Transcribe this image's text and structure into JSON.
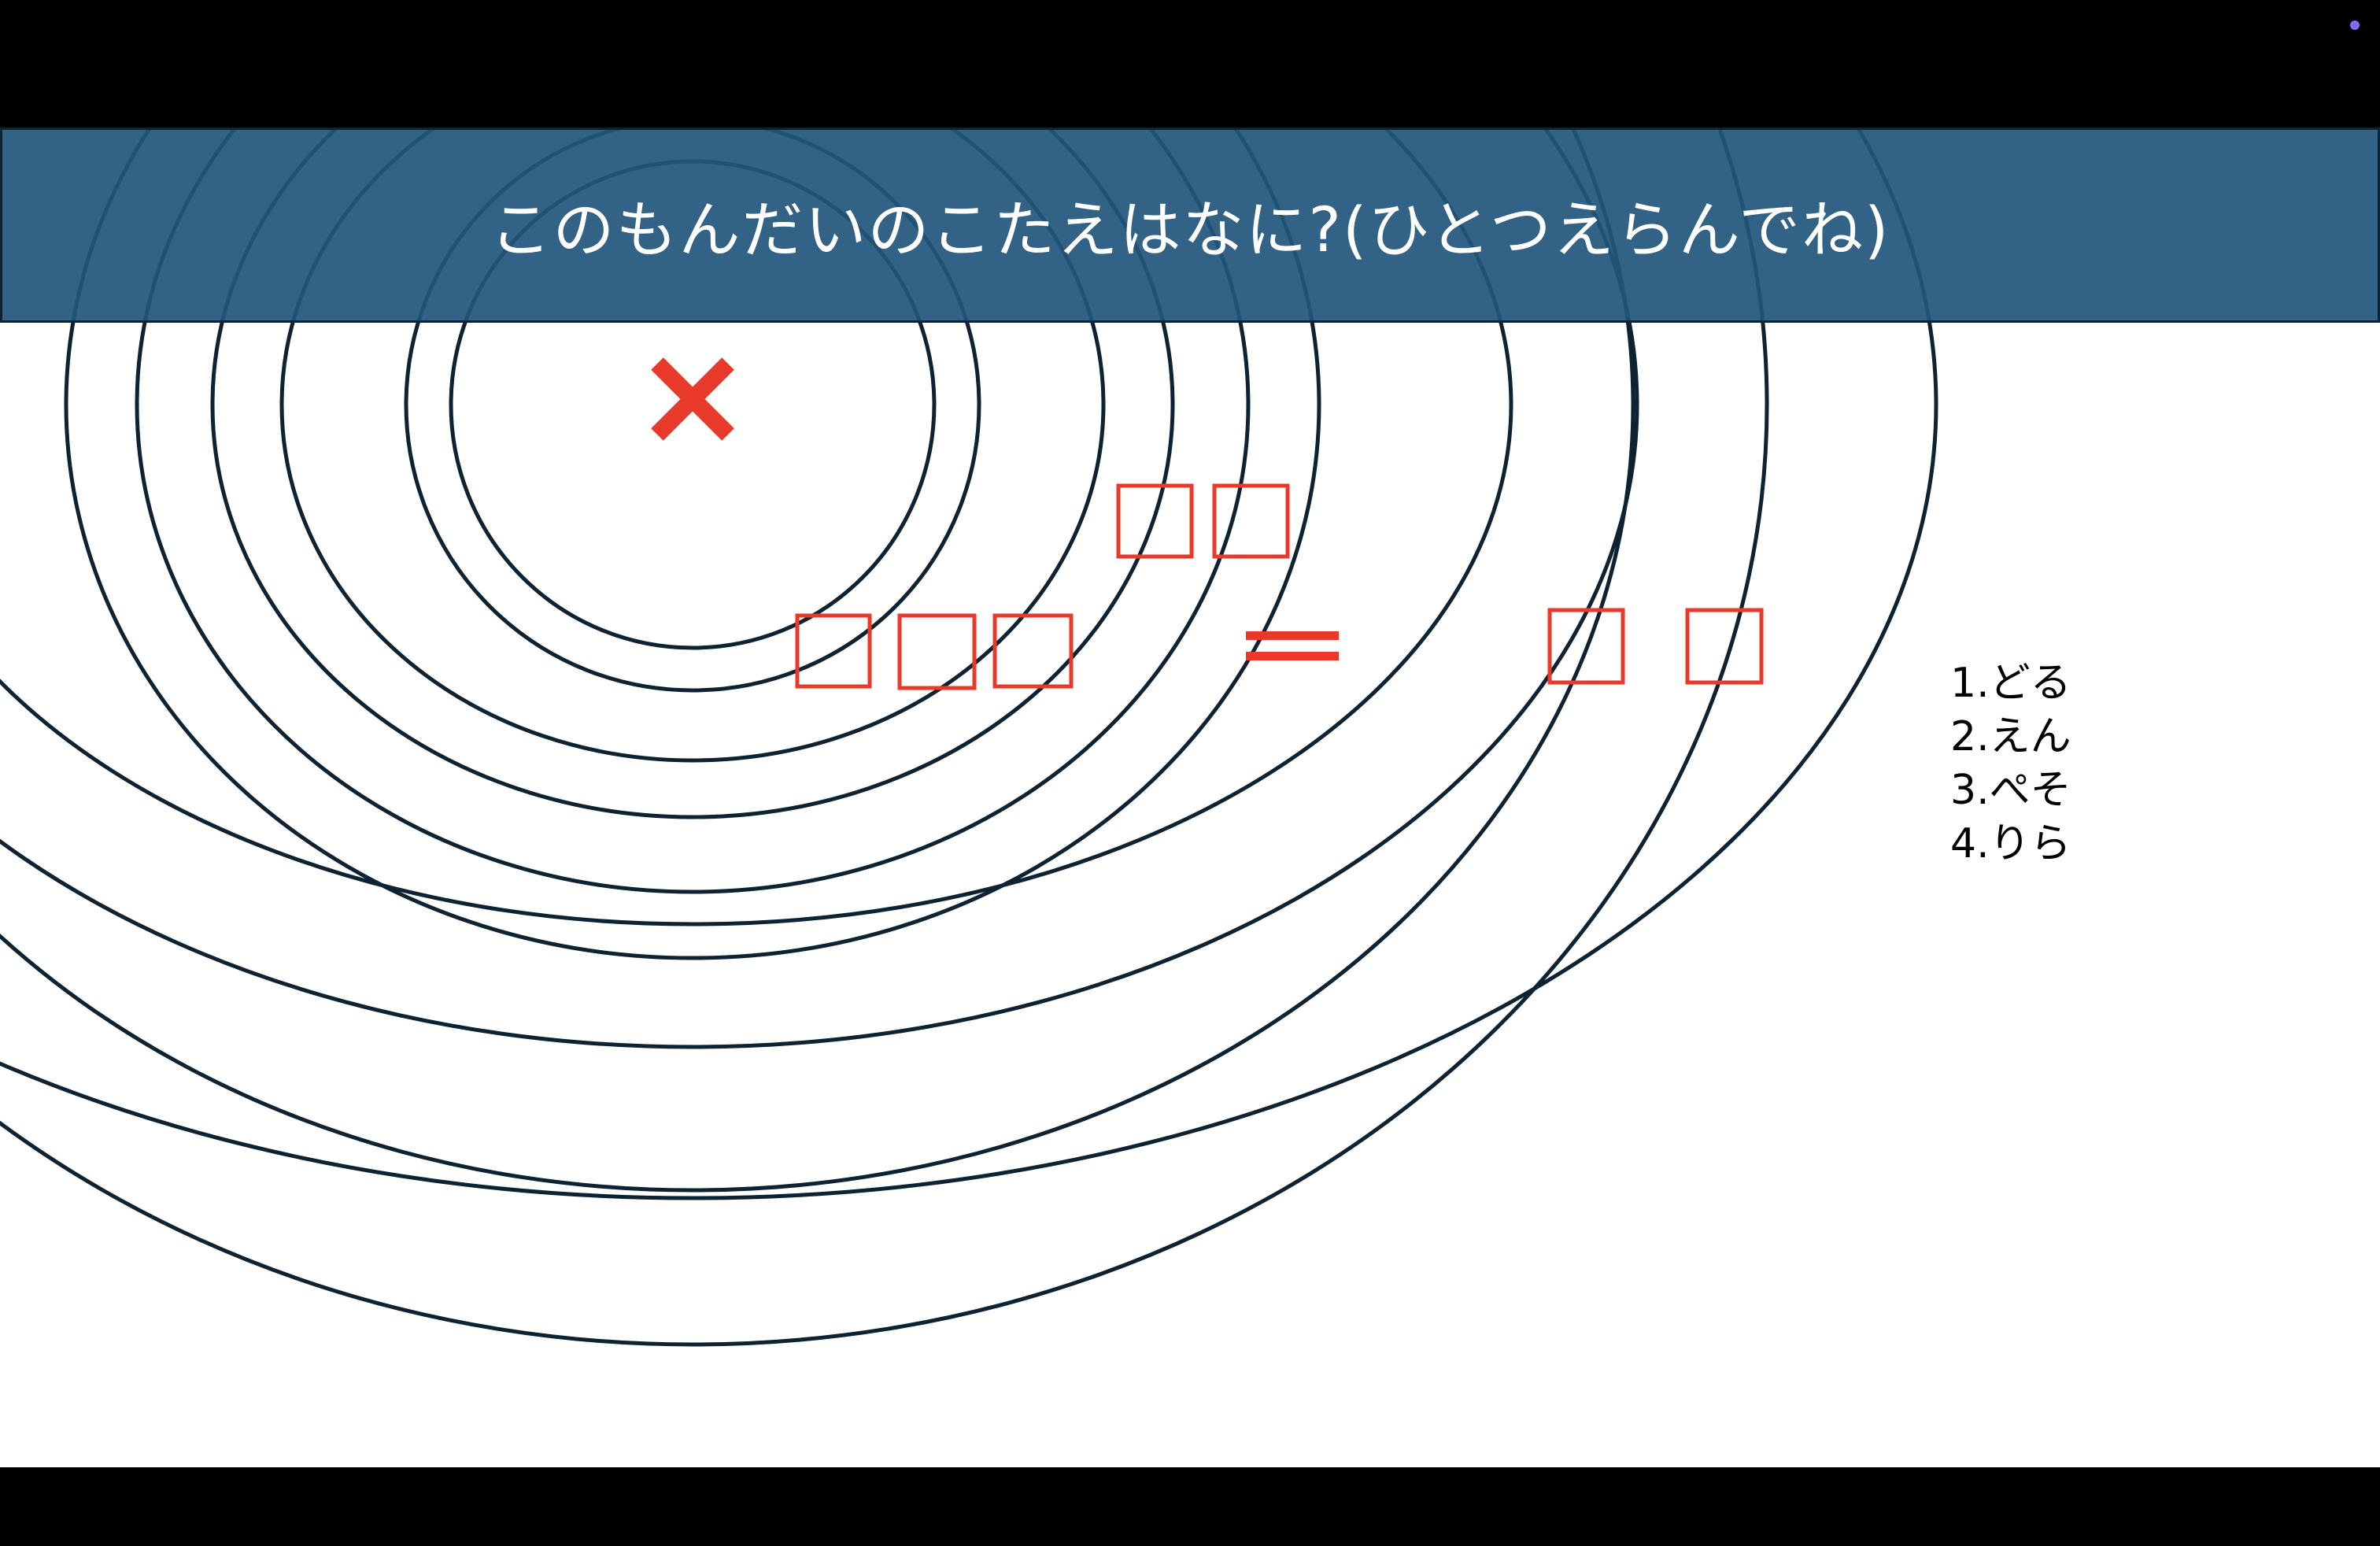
{
  "title": "このもんだいのこたえはなに?(ひとつえらんでね)",
  "choices": [
    "1.どる",
    "2.えん",
    "3.ぺそ",
    "4.りら"
  ],
  "colors": {
    "frame": "#000000",
    "slide_background": "#ffffff",
    "title_bar": "#22567c",
    "title_text": "#ffffff",
    "rings": "#0d2233",
    "puzzle_red": "#e8392b",
    "recording_dot": "#7b6cff"
  },
  "puzzle": {
    "symbols": [
      "cross-mark",
      "two-box-group",
      "three-box-group",
      "equals-sign",
      "two-box-answer"
    ]
  },
  "indicators": {
    "recording_dot": "purple-dot-icon"
  }
}
